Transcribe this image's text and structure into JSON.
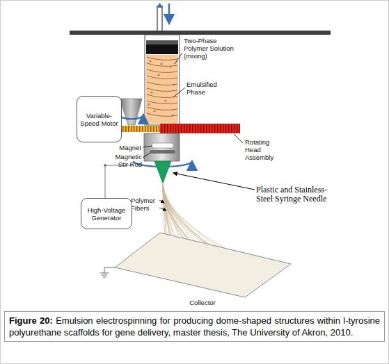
{
  "diagram": {
    "caption": "Figure 20: Emulsion electrospinning for producing dome-shaped structures within l-tyrosine polyurethane scaffolds for gene delivery, master thesis, The University of Akron, 2010.",
    "nodes": [
      {
        "text": [
          "Variable-Speed Motor"
        ]
      },
      {
        "text": [
          "High-Voltage Generator"
        ]
      },
      {
        "text": [
          "Collector"
        ]
      }
    ],
    "labels": [
      "Two-Phase Polymer Solution (mixing)",
      "Emulsified Phase",
      "Rotating Head Assembly",
      "Magnet",
      "Magnetic Stir Rod",
      "Plastic and Stainless-Steel Syringe Needle",
      "Polymer Fibers"
    ]
  }
}
